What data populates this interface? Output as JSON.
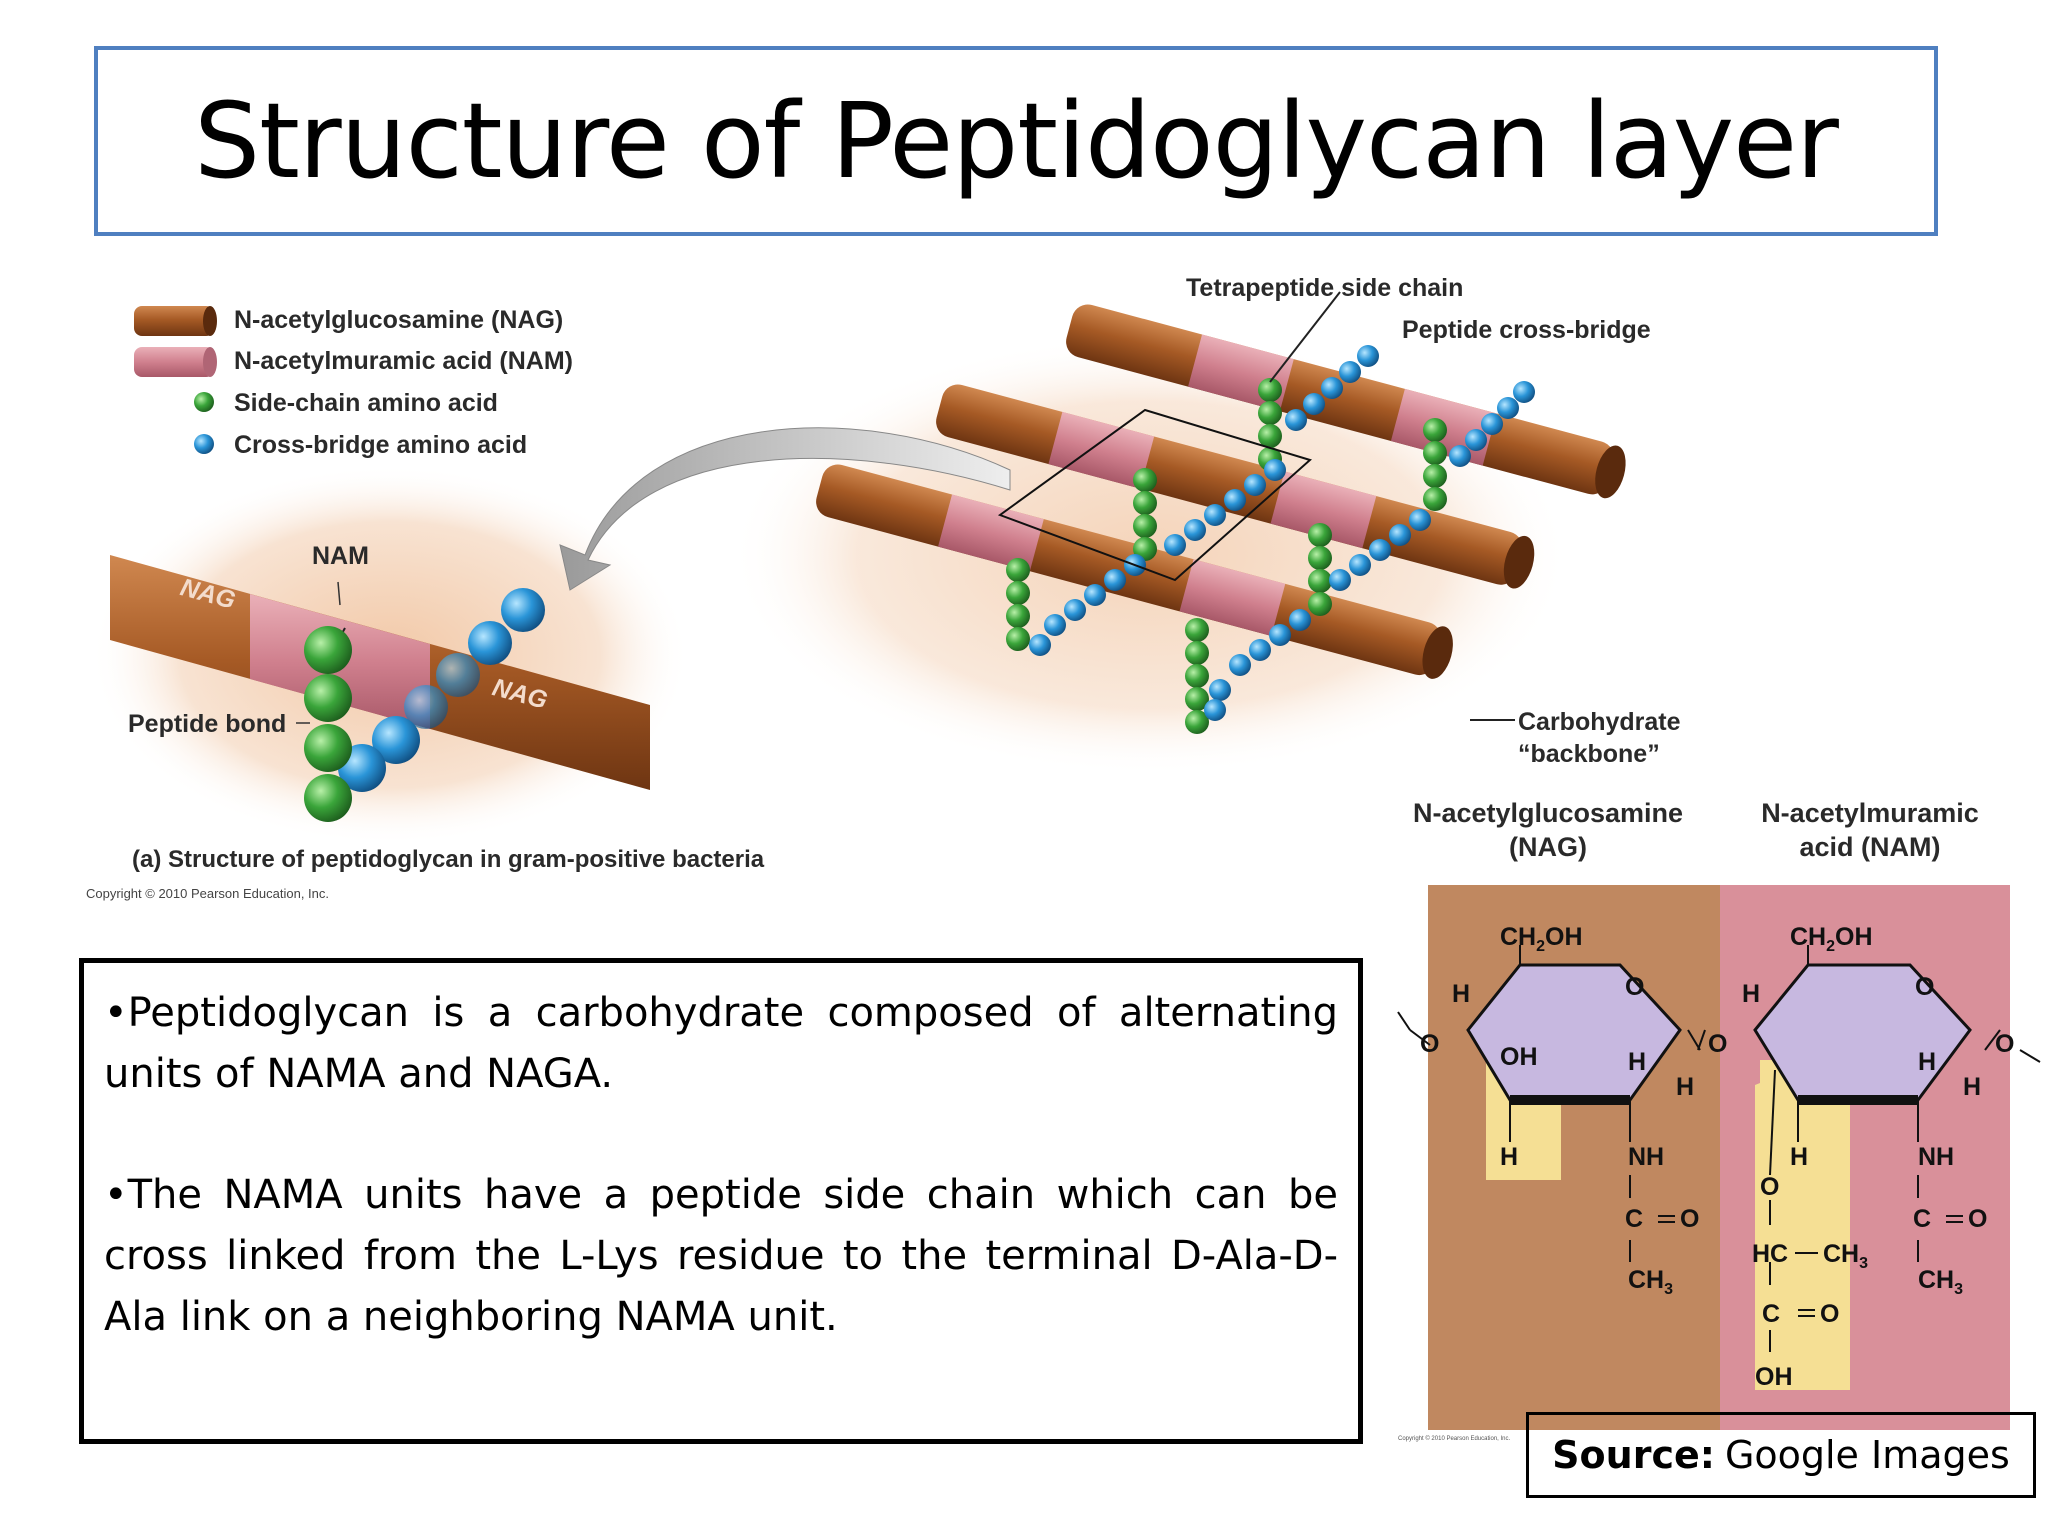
{
  "title": "Structure of Peptidoglycan layer",
  "legend": {
    "nag": "N-acetylglucosamine (NAG)",
    "nam": "N-acetylmuramic acid (NAM)",
    "side_chain": "Side-chain amino acid",
    "cross_bridge": "Cross-bridge amino acid"
  },
  "diagram_labels": {
    "tetrapeptide": "Tetrapeptide side chain",
    "cross_bridge": "Peptide cross-bridge",
    "carbohydrate_line1": "Carbohydrate",
    "carbohydrate_line2": "“backbone”",
    "nam": "NAM",
    "nag_left": "NAG",
    "nag_right": "NAG",
    "peptide_bond": "Peptide bond",
    "caption_prefix": "(a)",
    "caption": "Structure of peptidoglycan in gram-positive bacteria",
    "copyright": "Copyright © 2010 Pearson Education, Inc.",
    "copyright_small": "Copyright © 2010 Pearson Education, Inc."
  },
  "structure_headers": {
    "nag_line1": "N-acetylglucosamine",
    "nag_line2": "(NAG)",
    "nam_line1": "N-acetylmuramic",
    "nam_line2": "acid (NAM)"
  },
  "text_box": {
    "para1": "•Peptidoglycan is a carbohydrate composed of alternating units of NAMA and NAGA.",
    "para2": "•The NAMA units have a peptide side chain which can be cross linked from the L-Lys residue to the terminal D-Ala-D-Ala link on a neighboring NAMA unit."
  },
  "source": {
    "label": "Source:",
    "value": "Google Images"
  },
  "colors": {
    "title_border": "#4f7fc0",
    "nag": "#b0622c",
    "nam": "#d98a9a",
    "side_chain": "#3aa53a",
    "cross_bridge": "#2a95d8",
    "nag_panel": "#c08860",
    "nam_panel": "#d9909a",
    "ring": "#c7b8e0",
    "highlight": "#f5df94"
  },
  "icons": [
    "curved-arrow-icon"
  ]
}
